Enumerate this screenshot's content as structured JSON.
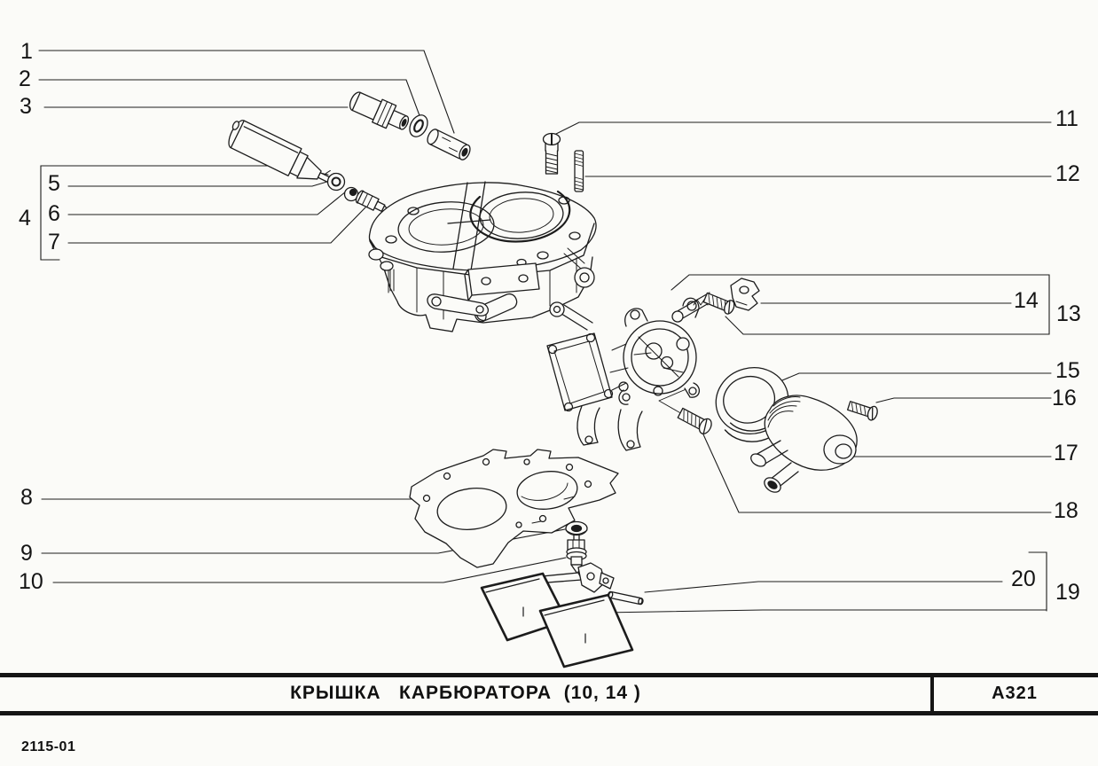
{
  "figure": {
    "title": "КРЫШКА   КАРБЮРАТОРА  (10, 14 )",
    "code": "А321",
    "doc_number": "2115-01"
  },
  "callouts": {
    "c1": "1",
    "c2": "2",
    "c3": "3",
    "c4": "4",
    "c5": "5",
    "c6": "6",
    "c7": "7",
    "c8": "8",
    "c9": "9",
    "c10": "10",
    "c11": "11",
    "c12": "12",
    "c13": "13",
    "c14": "14",
    "c15": "15",
    "c16": "16",
    "c17": "17",
    "c18": "18",
    "c19": "19",
    "c20": "20"
  },
  "colors": {
    "ink": "#1c1c1c",
    "paper": "#fbfbf8"
  }
}
